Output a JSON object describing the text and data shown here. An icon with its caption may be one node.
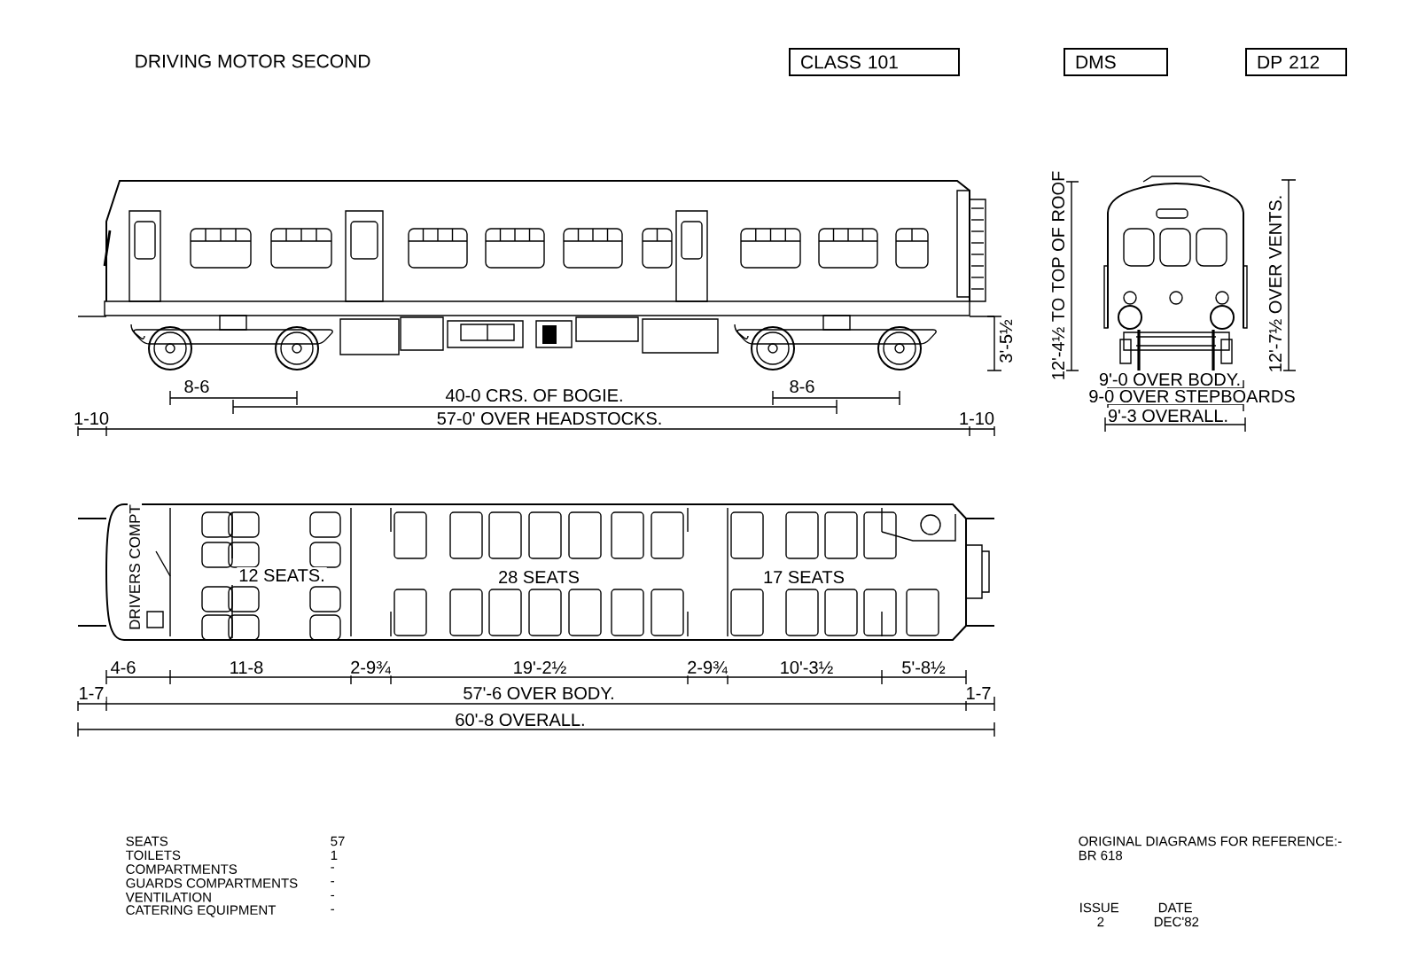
{
  "diagram": {
    "title": "DRIVING MOTOR SECOND",
    "nodes": [
      {
        "text": [
          "CLASS 101"
        ]
      },
      {
        "text": [
          "DMS"
        ]
      },
      {
        "text": [
          "DP 212"
        ]
      }
    ],
    "labels": [
      "8-6",
      "8-6",
      "40-0 CRS. OF BOGIE.",
      "1-10",
      "57-0' OVER HEADSTOCKS.",
      "1-10",
      "3'-5½",
      "12'-4½ TO TOP OF ROOF",
      "12'-7½ OVER VENTS.",
      "9'-0 OVER BODY.",
      "9-0 OVER STEPBOARDS",
      "9'-3 OVERALL.",
      "DRIVERS COMPT",
      "12 SEATS.",
      "28 SEATS",
      "17 SEATS",
      "4-6",
      "11-8",
      "2-9¾",
      "19'-2½",
      "2-9¾",
      "10'-3½",
      "5'-8½",
      "1-7",
      "57'-6 OVER BODY.",
      "1-7",
      "60'-8 OVERALL.",
      "SEATS",
      "57",
      "TOILETS",
      "1",
      "COMPARTMENTS",
      "-",
      "GUARDS COMPARTMENTS",
      "-",
      "VENTILATION",
      "-",
      "CATERING EQUIPMENT",
      "-",
      "ORIGINAL DIAGRAMS FOR REFERENCE:-",
      "BR 618",
      "ISSUE",
      "DATE",
      "2",
      "DEC'82"
    ]
  }
}
